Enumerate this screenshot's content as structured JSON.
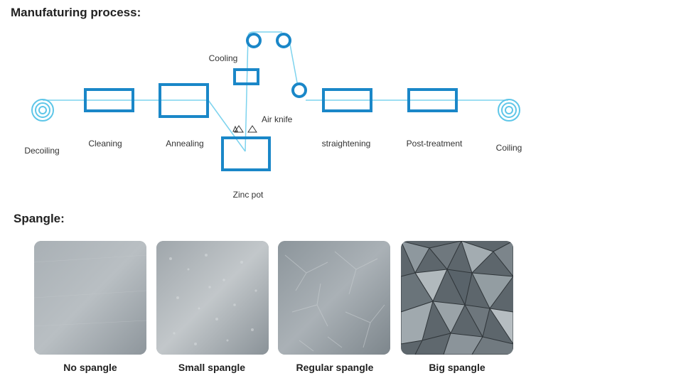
{
  "process": {
    "title": "Manufaturing process:",
    "stages": {
      "decoiling": "Decoiling",
      "cleaning": "Cleaning",
      "annealing": "Annealing",
      "cooling": "Cooling",
      "air_knife": "Air knife",
      "zinc_pot": "Zinc pot",
      "straightening": "straightening",
      "post_treatment": "Post-treatment",
      "coiling": "Coiling"
    },
    "colors": {
      "strip": "#7dd3ee",
      "equipment": "#1a87c8"
    }
  },
  "spangle": {
    "title": "Spangle:",
    "items": [
      {
        "label": "No spangle"
      },
      {
        "label": "Small spangle"
      },
      {
        "label": "Regular spangle"
      },
      {
        "label": "Big spangle"
      }
    ]
  }
}
